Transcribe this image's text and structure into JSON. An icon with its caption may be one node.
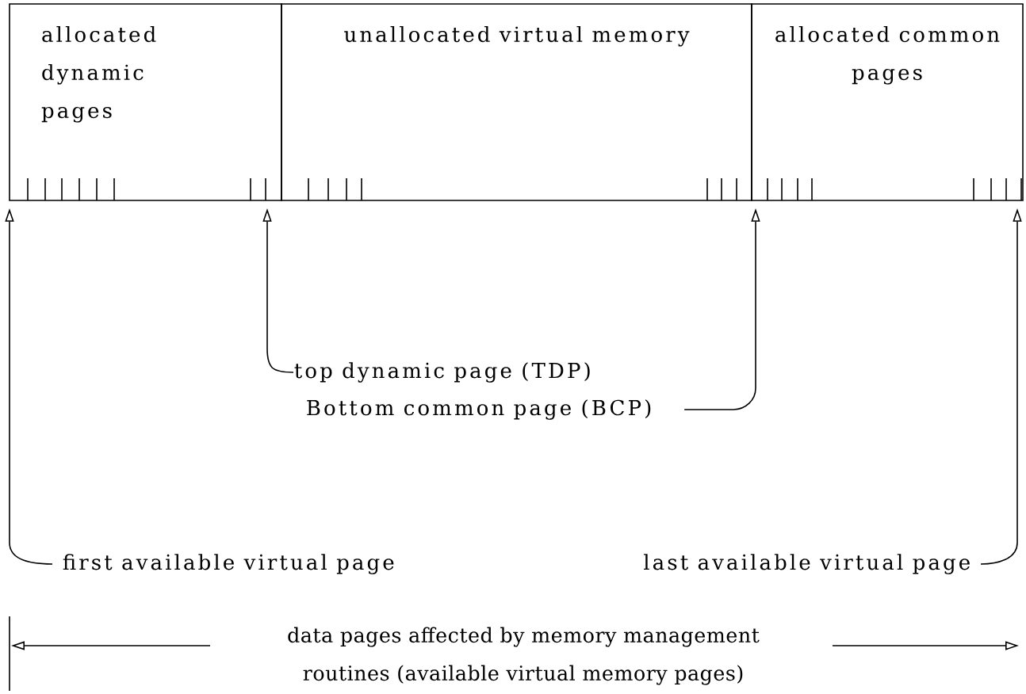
{
  "diagram": {
    "nodes": [
      {
        "text": [
          "allocated dynamic pages"
        ]
      },
      {
        "text": [
          "unallocated virtual memory"
        ]
      },
      {
        "text": [
          "allocated common pages"
        ]
      },
      {
        "text": [
          "top dynamic page (TDP)"
        ]
      },
      {
        "text": [
          "Bottom common page (BCP)"
        ]
      },
      {
        "text": [
          "first available virtual page"
        ]
      },
      {
        "text": [
          "last available virtual page"
        ]
      }
    ],
    "edges": [
      {
        "from": 3,
        "to": 0,
        "arrow": "to"
      },
      {
        "from": 4,
        "to": 2,
        "arrow": "to"
      },
      {
        "from": 5,
        "to": 0,
        "arrow": "to"
      },
      {
        "from": 6,
        "to": 2,
        "arrow": "to"
      }
    ],
    "labels": [
      "data pages affected by memory management routines (available virtual memory pages)"
    ]
  }
}
